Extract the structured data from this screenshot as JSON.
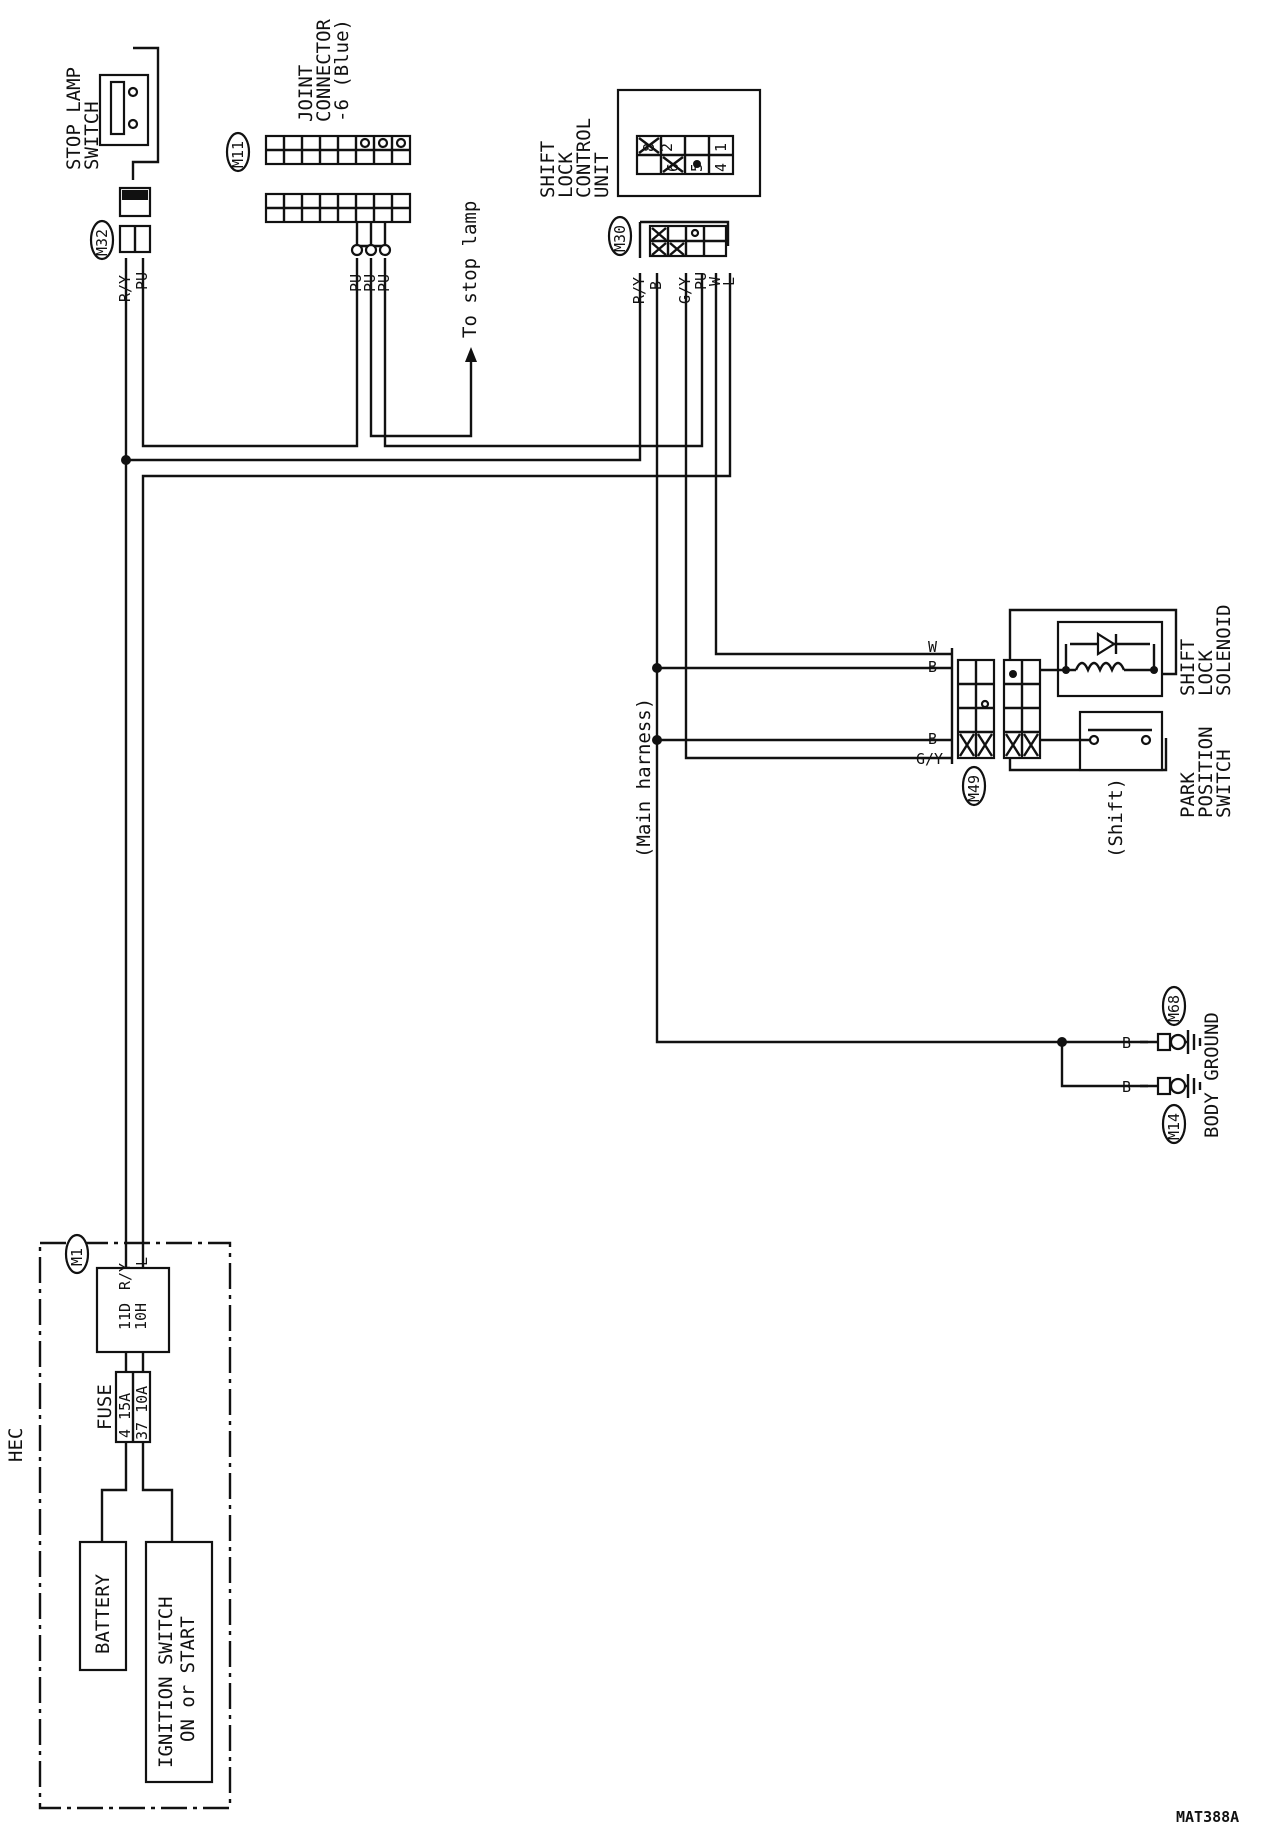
{
  "labels": {
    "stop_lamp_switch": [
      "STOP LAMP",
      "SWITCH"
    ],
    "joint_connector": [
      "JOINT",
      "CONNECTOR",
      "-6 (Blue)"
    ],
    "shift_lock_unit": [
      "SHIFT",
      "LOCK",
      "CONTROL",
      "UNIT"
    ],
    "to_stop_lamp": "To stop lamp",
    "main_harness": "(Main harness)",
    "shift_lock_solenoid": [
      "SHIFT",
      "LOCK",
      "SOLENOID"
    ],
    "park_position_switch": [
      "PARK",
      "POSITION",
      "SWITCH"
    ],
    "shift_note": "(Shift)",
    "body_ground": [
      "BODY GROUND"
    ],
    "hec": "HEC",
    "fuse": "FUSE",
    "fuse_rows": [
      "4 15A",
      "37 10A"
    ],
    "fuse_terminals": [
      "11D",
      "10H"
    ],
    "battery": "BATTERY",
    "ignition_switch": [
      "IGNITION SWITCH",
      "ON or START"
    ],
    "figure_code": "MAT388A"
  },
  "connectors": {
    "m32": "M32",
    "m11": "M11",
    "m30": "M30",
    "m49": "M49",
    "m68": "M68",
    "m14": "M14",
    "m1": "M1"
  },
  "wires": {
    "m32": [
      "R/Y",
      "PU"
    ],
    "m11": [
      "PU",
      "PU",
      "PU"
    ],
    "m30": [
      "R/Y",
      "B",
      "G/Y",
      "PU",
      "W",
      "L"
    ],
    "m49_top": [
      "W",
      "B"
    ],
    "m49_bottom": [
      "B",
      "G/Y"
    ],
    "m1": [
      "R/Y",
      "L"
    ],
    "ground": [
      "B",
      "B"
    ]
  },
  "unit_pins": [
    "8",
    "2",
    "6",
    "5",
    "1",
    "4"
  ]
}
